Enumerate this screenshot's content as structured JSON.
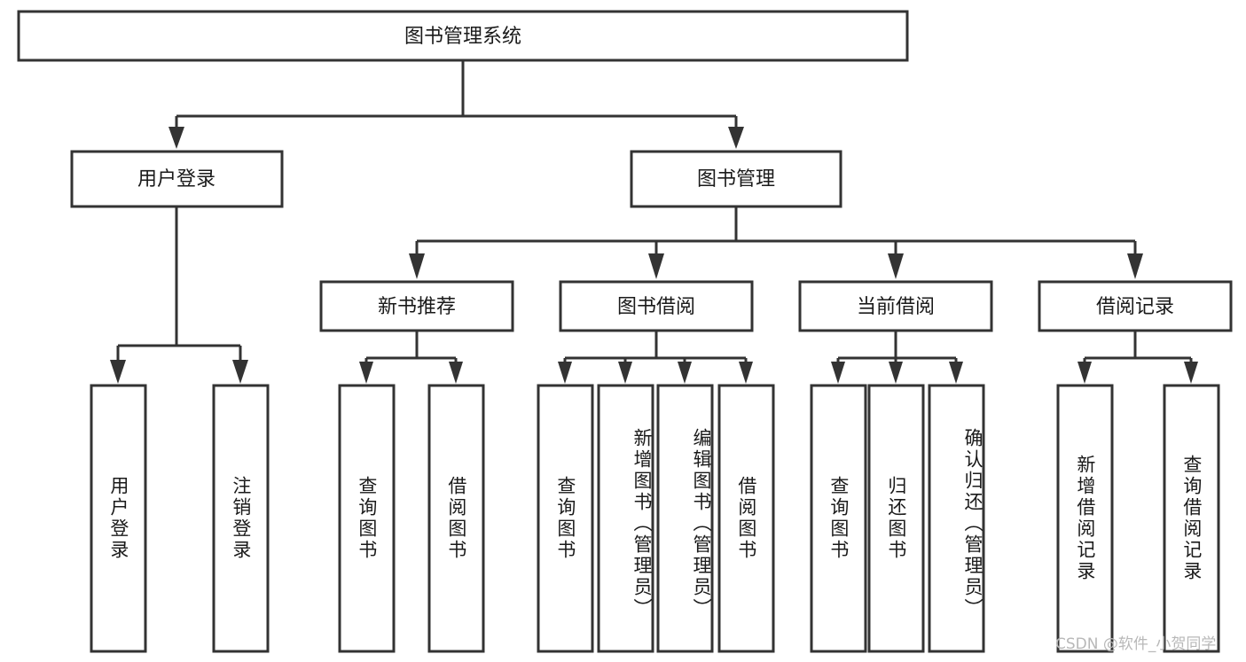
{
  "diagram": {
    "title": "图书管理系统",
    "type": "tree-hierarchy",
    "colors": {
      "stroke": "#333333",
      "fill": "#ffffff",
      "text": "#1a1a1a",
      "watermark": "#b8b8b8"
    },
    "root": {
      "label": "图书管理系统"
    },
    "level2": [
      {
        "label": "用户登录"
      },
      {
        "label": "图书管理"
      }
    ],
    "level3": [
      {
        "label": "新书推荐"
      },
      {
        "label": "图书借阅"
      },
      {
        "label": "当前借阅"
      },
      {
        "label": "借阅记录"
      }
    ],
    "leaves": {
      "user_login": [
        {
          "label": "用户登录"
        },
        {
          "label": "注销登录"
        }
      ],
      "new_book_recommend": [
        {
          "label": "查询图书"
        },
        {
          "label": "借阅图书"
        }
      ],
      "book_borrow": [
        {
          "label": "查询图书"
        },
        {
          "label": "新增图书（管理员）"
        },
        {
          "label": "编辑图书（管理员）"
        },
        {
          "label": "借阅图书"
        }
      ],
      "current_borrow": [
        {
          "label": "查询图书"
        },
        {
          "label": "归还图书"
        },
        {
          "label": "确认归还（管理员）"
        }
      ],
      "borrow_records": [
        {
          "label": "新增借阅记录"
        },
        {
          "label": "查询借阅记录"
        }
      ]
    }
  },
  "watermark": {
    "text": "CSDN @软件_小贺同学"
  }
}
